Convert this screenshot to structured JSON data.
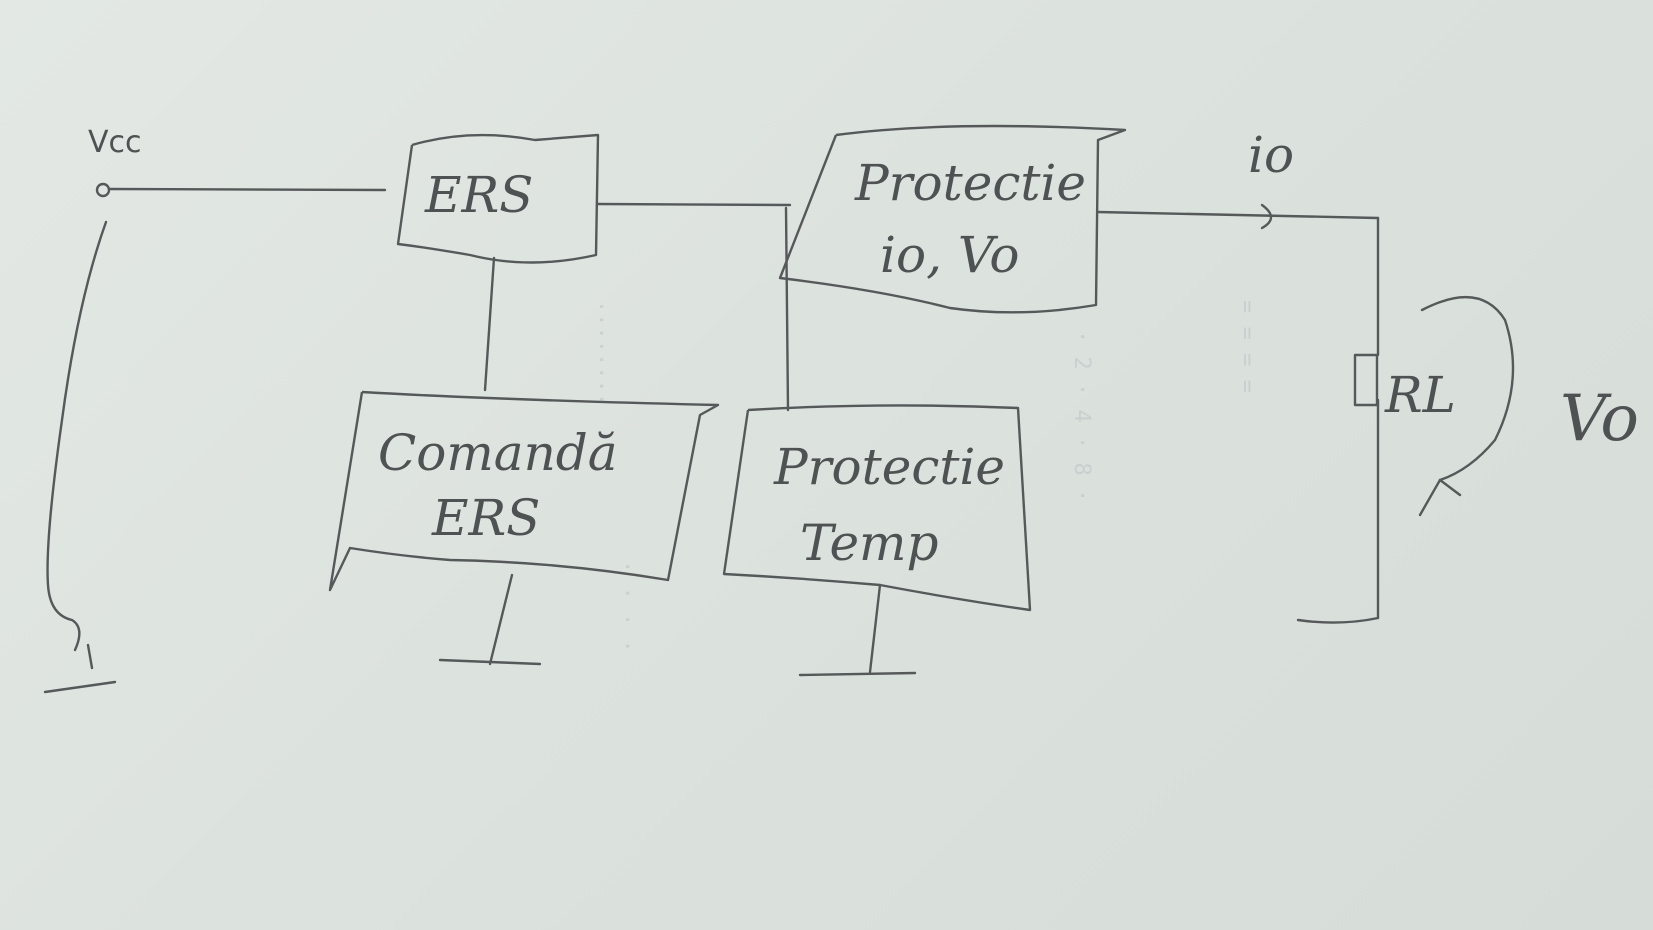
{
  "labels": {
    "vcc": "Vcc",
    "io": "io",
    "vo": "Vo",
    "rl": "RL"
  },
  "blocks": {
    "ers": {
      "line1": "ERS"
    },
    "protectie_iovo": {
      "line1": "Protectie",
      "line2": "io, Vo"
    },
    "comanda_ers": {
      "line1": "Comandă",
      "line2": "ERS"
    },
    "protectie_temp": {
      "line1": "Protectie",
      "line2": "Temp"
    }
  },
  "colors": {
    "paper": "#dfe4e1",
    "pencil": "#55595a"
  }
}
